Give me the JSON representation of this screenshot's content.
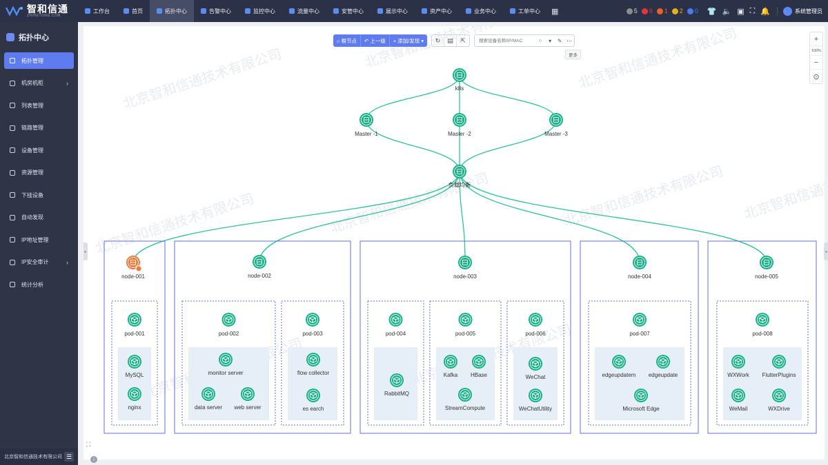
{
  "brand": {
    "name": "智和信通",
    "sub": "ZHIHETONG.COM"
  },
  "nav": [
    {
      "label": "工作台",
      "active": false
    },
    {
      "label": "首页",
      "active": false
    },
    {
      "label": "拓扑中心",
      "active": true
    },
    {
      "label": "告警中心",
      "active": false
    },
    {
      "label": "监控中心",
      "active": false
    },
    {
      "label": "流量中心",
      "active": false
    },
    {
      "label": "安管中心",
      "active": false
    },
    {
      "label": "展示中心",
      "active": false
    },
    {
      "label": "资产中心",
      "active": false
    },
    {
      "label": "业务中心",
      "active": false
    },
    {
      "label": "工单中心",
      "active": false
    }
  ],
  "alarms": [
    {
      "count": "5",
      "color": "#8c8c8c"
    },
    {
      "count": "9",
      "color": "#e0353b"
    },
    {
      "count": "1",
      "color": "#e8632a"
    },
    {
      "count": "2",
      "color": "#e3b01e"
    },
    {
      "count": "0",
      "color": "#4a7cf0"
    }
  ],
  "user": {
    "name": "系统管理员"
  },
  "sidebar": {
    "title": "拓扑中心",
    "items": [
      {
        "label": "拓扑管理",
        "active": true,
        "chevron": false
      },
      {
        "label": "机房机柜",
        "active": false,
        "chevron": true
      },
      {
        "label": "列表管理",
        "active": false,
        "chevron": false
      },
      {
        "label": "链路管理",
        "active": false,
        "chevron": false
      },
      {
        "label": "设备管理",
        "active": false,
        "chevron": false
      },
      {
        "label": "资源管理",
        "active": false,
        "chevron": false
      },
      {
        "label": "下挂设备",
        "active": false,
        "chevron": false
      },
      {
        "label": "自动发现",
        "active": false,
        "chevron": false
      },
      {
        "label": "IP地址管理",
        "active": false,
        "chevron": false
      },
      {
        "label": "IP安全审计",
        "active": false,
        "chevron": true
      },
      {
        "label": "统计分析",
        "active": false,
        "chevron": false
      }
    ],
    "footer": "北京智和信通技术有限公司"
  },
  "toolbar": {
    "root": "根节点",
    "up": "上一级",
    "add": "添加/发现",
    "search_placeholder": "搜索设备名称/IP/MAC",
    "more_tip": "更多"
  },
  "zoom": {
    "value": "100%"
  },
  "watermark": "北京智和信通技术有限公司",
  "topology": {
    "root": "k8s",
    "masters": [
      "Master -1",
      "Master -2",
      "Master -3"
    ],
    "balancer": "负载均衡",
    "nodes": [
      {
        "label": "node-001",
        "alert": true,
        "pods": [
          {
            "label": "pod-001",
            "apps": [
              "MySQL",
              "nginx"
            ]
          }
        ]
      },
      {
        "label": "node-002",
        "alert": false,
        "pods": [
          {
            "label": "pod-002",
            "apps": [
              "monitor server",
              "data server",
              "web server"
            ]
          },
          {
            "label": "pod-003",
            "apps": [
              "flow collector",
              "es earch"
            ]
          }
        ]
      },
      {
        "label": "node-003",
        "alert": false,
        "pods": [
          {
            "label": "pod-004",
            "apps": [
              "RabbitMQ"
            ]
          },
          {
            "label": "pod-005",
            "apps": [
              "Kafka",
              "HBase",
              "StreamCompute"
            ]
          },
          {
            "label": "pod-006",
            "apps": [
              "WeChat",
              "WeChatUtility"
            ]
          }
        ]
      },
      {
        "label": "node-004",
        "alert": false,
        "pods": [
          {
            "label": "pod-007",
            "apps": [
              "edgeupdatem",
              "edgeupdate",
              "Microsoft Edge"
            ]
          }
        ]
      },
      {
        "label": "node-005",
        "alert": false,
        "pods": [
          {
            "label": "pod-008",
            "apps": [
              "WXWork",
              "FlutterPlugins",
              "WeMail",
              "WXDrive"
            ]
          }
        ]
      }
    ]
  },
  "colors": {
    "accent": "#5e7cf0",
    "node": "#14b285",
    "link": "#2ec394",
    "alert": "#f07a3c",
    "frame": "#5c6fe0",
    "sidebar": "#2f3447"
  }
}
